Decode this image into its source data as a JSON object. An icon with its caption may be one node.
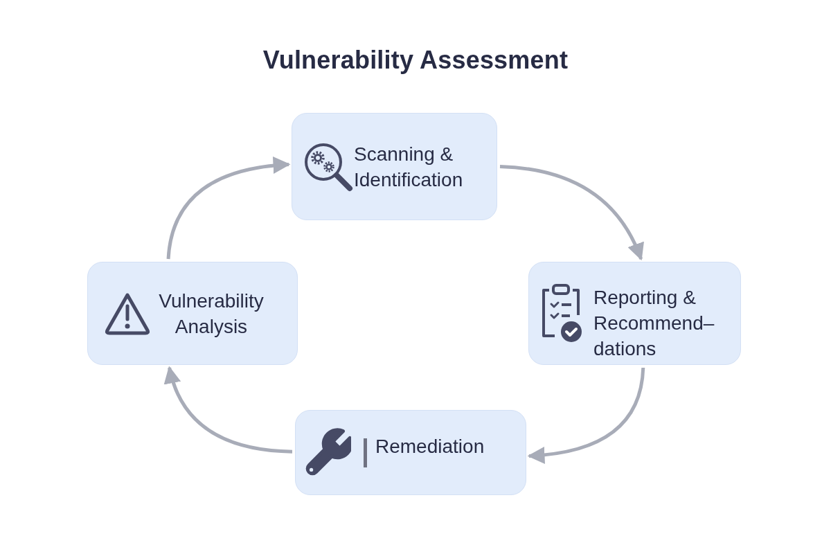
{
  "diagram": {
    "title": "Vulnerability Assessment",
    "nodes": [
      {
        "text": [
          "Scanning & Identification"
        ]
      },
      {
        "text": [
          "Vulnerability Analysis"
        ]
      },
      {
        "text": [
          "Reporting & Recommend– dations"
        ]
      },
      {
        "text": [
          "Remediation"
        ]
      }
    ],
    "edges": [
      {
        "from": 0,
        "to": 2,
        "arrow": "to"
      },
      {
        "from": 2,
        "to": 3,
        "arrow": "to"
      },
      {
        "from": 3,
        "to": 1,
        "arrow": "to"
      },
      {
        "from": 1,
        "to": 0,
        "arrow": "to"
      }
    ]
  }
}
